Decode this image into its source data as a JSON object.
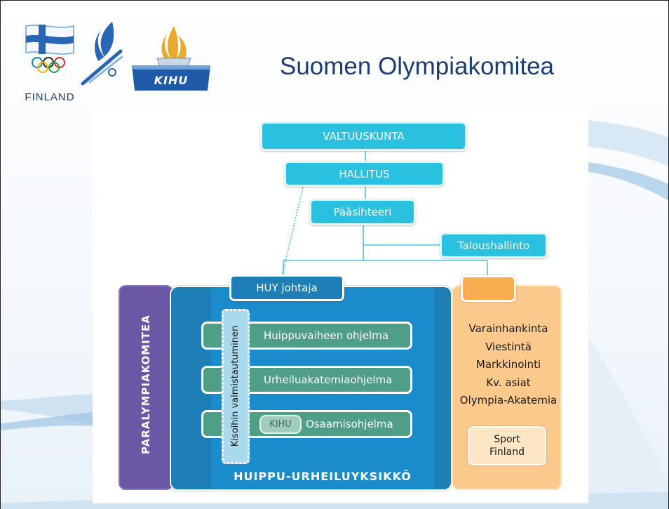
{
  "slide_title": "Suomen Olympiakomitea",
  "logos": {
    "finland_text": "FINLAND",
    "kihu_text": "KIHU"
  },
  "org_chart": {
    "valtuuskunta": "VALTUUSKUNTA",
    "hallitus": "HALLITUS",
    "paasihteeri": "Pääsihteeri",
    "taloushallinto": "Taloushallinto",
    "huy_johtaja": "HUY johtaja",
    "paralympiakomitea": "PARALYMPIAKOMITEA",
    "kisoihin": "Kisoihin valmistautuminen",
    "programs": [
      "Huippuvaiheen ohjelma",
      "Urheiluakatemiaohjelma",
      "Osaamisohjelma"
    ],
    "kihu_badge": "KIHU",
    "huippu_urheiluyksikko": "HUIPPU-URHEILUYKSIKKÖ",
    "other_units": [
      "Varainhankinta",
      "Viestintä",
      "Markkinointi",
      "Kv. asiat",
      "Olympia-Akatemia"
    ],
    "sport_finland": [
      "Sport",
      "Finland"
    ]
  },
  "colors": {
    "title": "#1d3c72",
    "cyan_box": "#2ac0df",
    "huy_blue": "#1e7fb6",
    "program_green": "#4f9e88",
    "para_purple": "#6a57a6",
    "orange": "#fbad52",
    "light_orange": "#fcc98c"
  }
}
